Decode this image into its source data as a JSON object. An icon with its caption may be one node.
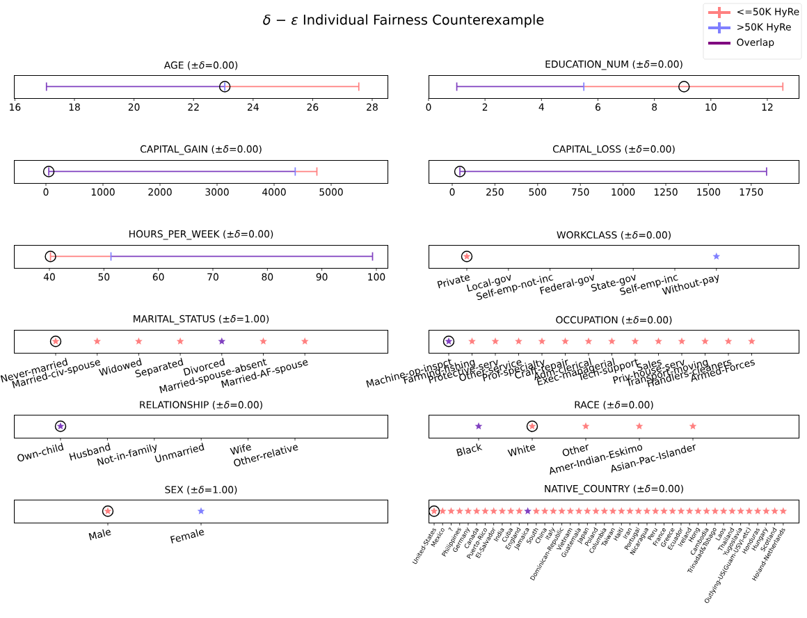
{
  "diagram": {
    "title": "*δ − ε* Individual Fairness Counterexample",
    "nodes": [
      {
        "text": [
          "AGE (±*δ*=0.00)"
        ],
        "beside": [
          "16",
          "18",
          "20",
          "22",
          "24",
          "26",
          "28"
        ]
      },
      {
        "text": [
          "EDUCATION_NUM (±*δ*=0.00)"
        ],
        "beside": [
          "0",
          "2",
          "4",
          "6",
          "8",
          "10",
          "12"
        ]
      },
      {
        "text": [
          "CAPITAL_GAIN (±*δ*=0.00)"
        ],
        "beside": [
          "0",
          "1000",
          "2000",
          "3000",
          "4000",
          "5000"
        ]
      },
      {
        "text": [
          "CAPITAL_LOSS (±*δ*=0.00)"
        ],
        "beside": [
          "0",
          "250",
          "500",
          "750",
          "1000",
          "1250",
          "1500",
          "1750"
        ]
      },
      {
        "text": [
          "HOURS_PER_WEEK (±*δ*=0.00)"
        ],
        "beside": [
          "40",
          "50",
          "60",
          "70",
          "80",
          "90",
          "100"
        ]
      },
      {
        "text": [
          "WORKCLASS (±*δ*=0.00)"
        ],
        "beside": [
          "Private",
          "Local-gov",
          "Self-emp-not-inc",
          "Federal-gov",
          "State-gov",
          "Self-emp-inc",
          "Without-pay"
        ]
      },
      {
        "text": [
          "MARITAL_STATUS (±*δ*=1.00)"
        ],
        "beside": [
          "Never-married",
          "Married-civ-spouse",
          "Widowed",
          "Separated",
          "Divorced",
          "Married-spouse-absent",
          "Married-AF-spouse"
        ]
      },
      {
        "text": [
          "OCCUPATION (±*δ*=0.00)"
        ],
        "beside": [
          "Machine-op-inspct",
          "Farming-fishing",
          "Protective-serv",
          "Other-service",
          "Prof-specialty",
          "Craft-repair",
          "Adm-clerical",
          "Exec-managerial",
          "Tech-support",
          "Sales",
          "Priv-house-serv",
          "Transport-moving",
          "Handlers-cleaners",
          "Armed-Forces"
        ]
      },
      {
        "text": [
          "RELATIONSHIP (±*δ*=0.00)"
        ],
        "beside": [
          "Own-child",
          "Husband",
          "Not-in-family",
          "Unmarried",
          "Wife",
          "Other-relative"
        ]
      },
      {
        "text": [
          "RACE (±*δ*=0.00)"
        ],
        "beside": [
          "Black",
          "White",
          "Other",
          "Amer-Indian-Eskimo",
          "Asian-Pac-Islander"
        ]
      },
      {
        "text": [
          "SEX (±*δ*=1.00)"
        ],
        "beside": [
          "Male",
          "Female"
        ]
      },
      {
        "text": [
          "NATIVE_COUNTRY (±*δ*=0.00)"
        ],
        "beside": [
          "United-States",
          "Mexico",
          "?",
          "Philippines",
          "Germany",
          "Canada",
          "Puerto-Rico",
          "El-Salvador",
          "India",
          "Cuba",
          "England",
          "Jamaica",
          "South",
          "China",
          "Italy",
          "Dominican-Republic",
          "Vietnam",
          "Guatemala",
          "Japan",
          "Poland",
          "Columbia",
          "Taiwan",
          "Haiti",
          "Iran",
          "Portugal",
          "Nicaragua",
          "Peru",
          "France",
          "Greece",
          "Ecuador",
          "Ireland",
          "Hong",
          "Cambodia",
          "Trinadad&Tobago",
          "Laos",
          "Thailand",
          "Yugoslavia",
          "Outlying-US(Guam-USVI-etc)",
          "Honduras",
          "Hungary",
          "Scotland",
          "Holand-Netherlands"
        ]
      }
    ],
    "legend": [
      {
        "text": "<=50K HyRe"
      },
      {
        "text": ">50K HyRe"
      },
      {
        "text": "Overlap"
      }
    ]
  }
}
